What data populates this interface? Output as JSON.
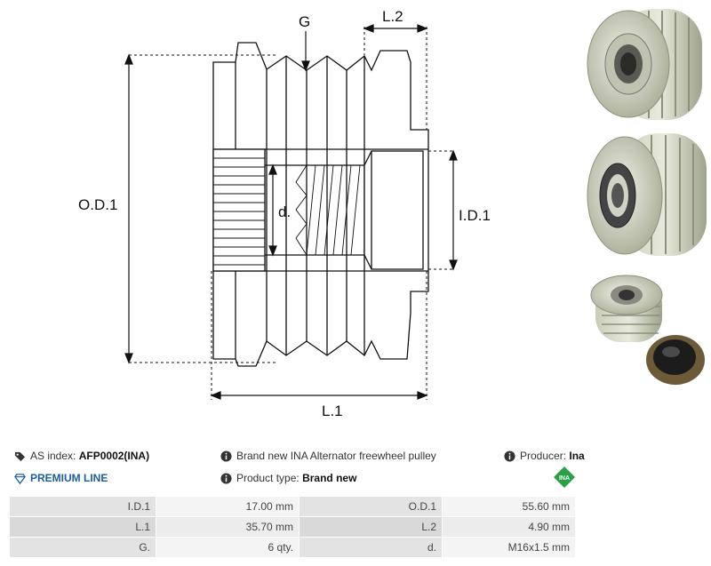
{
  "drawing_labels": {
    "groove": "G",
    "l2": "L.2",
    "od1": "O.D.1",
    "id1": "I.D.1",
    "d": "d.",
    "l1": "L.1"
  },
  "info": {
    "as_index_label": "AS index:",
    "as_index_value": "AFP0002(INA)",
    "premium": "PREMIUM LINE",
    "description": "Brand new INA Alternator freewheel pulley",
    "product_type_label": "Product type:",
    "product_type_value": "Brand new",
    "producer_label": "Producer:",
    "producer_value": "Ina",
    "producer_logo": "INA"
  },
  "specs": [
    {
      "k1": "I.D.1",
      "v1": "17.00 mm",
      "k2": "O.D.1",
      "v2": "55.60 mm"
    },
    {
      "k1": "L.1",
      "v1": "35.70 mm",
      "k2": "L.2",
      "v2": "4.90 mm"
    },
    {
      "k1": "G.",
      "v1": "6 qty.",
      "k2": "d.",
      "v2": "M16x1.5 mm"
    }
  ],
  "colors": {
    "premium": "#1b5e9e",
    "logo_green": "#2aa048",
    "line": "#111111"
  }
}
